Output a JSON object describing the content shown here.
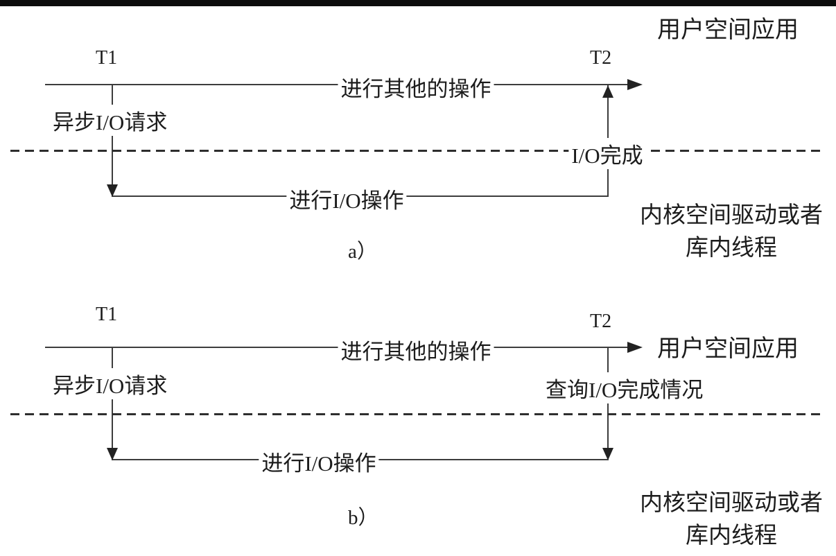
{
  "colors": {
    "line": "#3c3c3c",
    "text": "#1c1c1c",
    "top_bar": "#0d0d0d",
    "background": "#ffffff"
  },
  "diagram_a": {
    "caption": "a）",
    "t1": "T1",
    "t2": "T2",
    "user_space_label": "用户空间应用",
    "other_operations_label": "进行其他的操作",
    "async_io_request_label": "异步I/O请求",
    "io_complete_label": "I/O完成",
    "io_operation_label": "进行I/O操作",
    "kernel_space_label_line1": "内核空间驱动或者",
    "kernel_space_label_line2": "库内线程"
  },
  "diagram_b": {
    "caption": "b）",
    "t1": "T1",
    "t2": "T2",
    "user_space_label": "用户空间应用",
    "other_operations_label": "进行其他的操作",
    "async_io_request_label": "异步I/O请求",
    "query_io_completion_label": "查询I/O完成情况",
    "io_operation_label": "进行I/O操作",
    "kernel_space_label_line1": "内核空间驱动或者",
    "kernel_space_label_line2": "库内线程"
  }
}
